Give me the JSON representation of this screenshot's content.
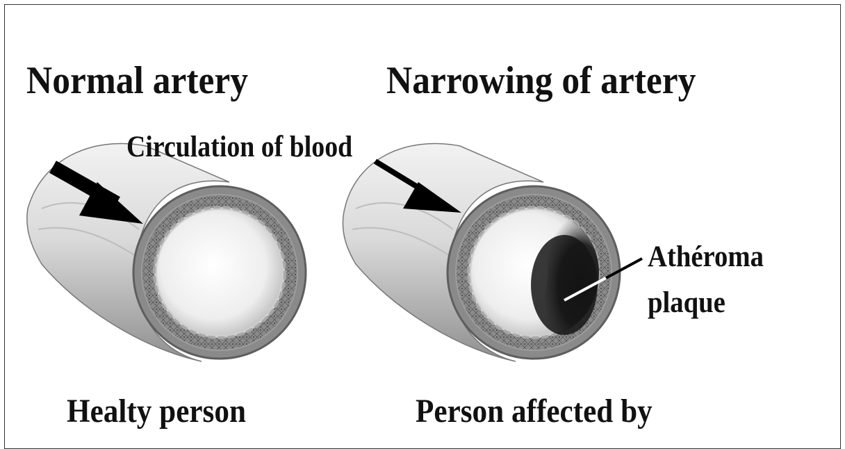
{
  "labels": {
    "normal_title": "Normal artery",
    "narrowing_title": "Narrowing of artery",
    "circulation": "Circulation of blood",
    "atheroma_line1": "Athéroma",
    "atheroma_line2": "plaque",
    "healthy_caption": "Healty person",
    "affected_caption": "Person affected by"
  },
  "colors": {
    "text": "#111111",
    "vessel_outer": "#d8d8d8",
    "vessel_shadow": "#9a9a9a",
    "wall": "#7a7a7a",
    "lumen": "#f4f4f4",
    "plaque": "#1a1a1a"
  }
}
